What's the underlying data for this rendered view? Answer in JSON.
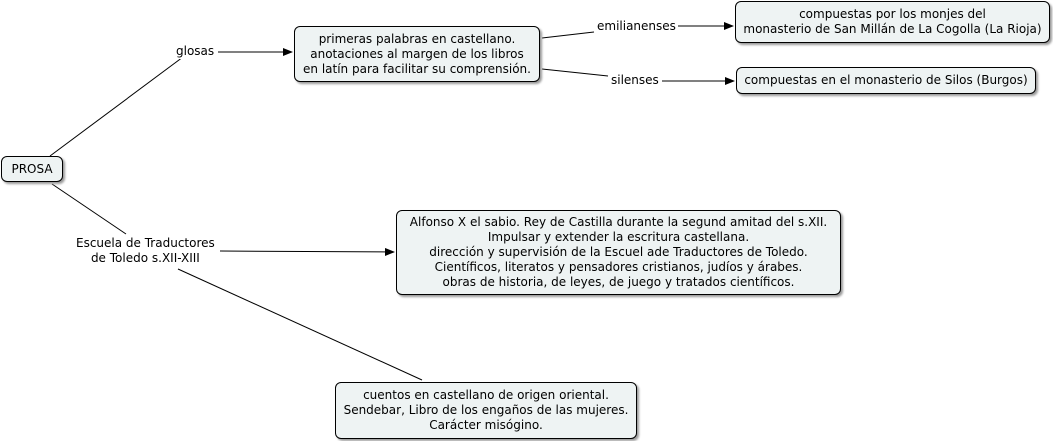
{
  "nodes": {
    "prosa": "PROSA",
    "glosas_desc": [
      "primeras palabras en castellano.",
      "anotaciones al margen de los libros",
      "en latín para facilitar su comprensión."
    ],
    "emilianenses_desc": [
      "compuestas por los monjes del",
      "monasterio de San Millán de La Cogolla (La Rioja)"
    ],
    "silenses_desc": "compuestas en el monasterio de Silos (Burgos)",
    "toledo_desc": [
      "Alfonso X el sabio. Rey de Castilla durante la segund amitad del s.XII.",
      "Impulsar y extender la escritura castellana.",
      "dirección y supervisión de la Escuel ade Traductores de Toledo.",
      "Científicos, literatos y pensadores cristianos, judíos y árabes.",
      "obras de historia, de leyes, de juego y tratados científicos."
    ],
    "cuentos_desc": [
      "cuentos en castellano de origen oriental.",
      "Sendebar, Libro de los engaños de las mujeres.",
      "Carácter misógino."
    ]
  },
  "links": {
    "glosas": "glosas",
    "emilianenses": "emilianenses",
    "silenses": "silenses",
    "toledo": [
      "Escuela de Traductores",
      "de Toledo s.XII-XIII"
    ]
  },
  "colors": {
    "node_fill": "#eef3f3",
    "border": "#000000",
    "shadow": "#9a9a9a"
  }
}
